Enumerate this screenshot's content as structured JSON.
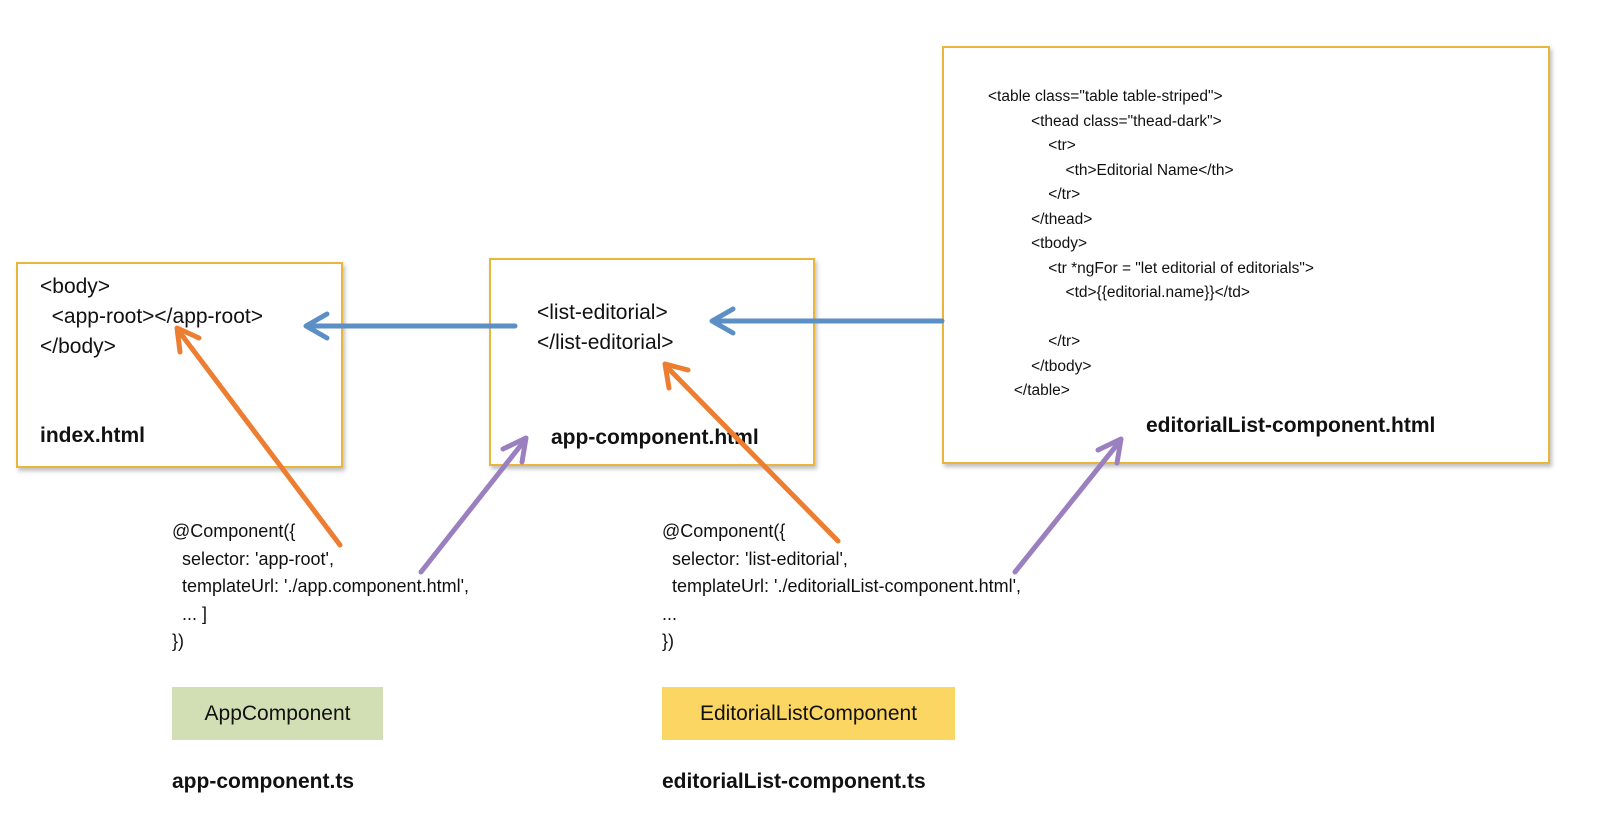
{
  "index_box": {
    "code": [
      "<body>",
      "  <app-root></app-root>",
      "</body>"
    ],
    "title": "index.html"
  },
  "app_html_box": {
    "code": [
      "<list-editorial>",
      "</list-editorial>"
    ],
    "title": "app-component.html"
  },
  "editorial_html_box": {
    "code": [
      "<table class=\"table table-striped\">",
      "          <thead class=\"thead-dark\">",
      "              <tr>",
      "                  <th>Editorial Name</th>",
      "              </tr>",
      "          </thead>",
      "          <tbody>",
      "              <tr *ngFor = \"let editorial of editorials\">",
      "                  <td>{{editorial.name}}</td>",
      "",
      "              </tr>",
      "          </tbody>",
      "      </table>"
    ],
    "title": "editorialList-component.html"
  },
  "app_ts": {
    "code": [
      "@Component({",
      "  selector: 'app-root',",
      "  templateUrl: './app.component.html',",
      "  ... ]",
      "})"
    ],
    "label": "AppComponent",
    "filename": "app-component.ts"
  },
  "editorial_ts": {
    "code": [
      "@Component({",
      "  selector: 'list-editorial',",
      "  templateUrl: './editorialList-component.html',",
      "...",
      "})"
    ],
    "label": "EditorialListComponent",
    "filename": "editorialList-component.ts"
  },
  "colors": {
    "box_border": "#e9b53a",
    "blue_arrow": "#5b8fc6",
    "orange_arrow": "#ed7d31",
    "purple_arrow": "#9a80bf",
    "app_label_bg": "#d2dfb4",
    "editorial_label_bg": "#fcd662"
  }
}
